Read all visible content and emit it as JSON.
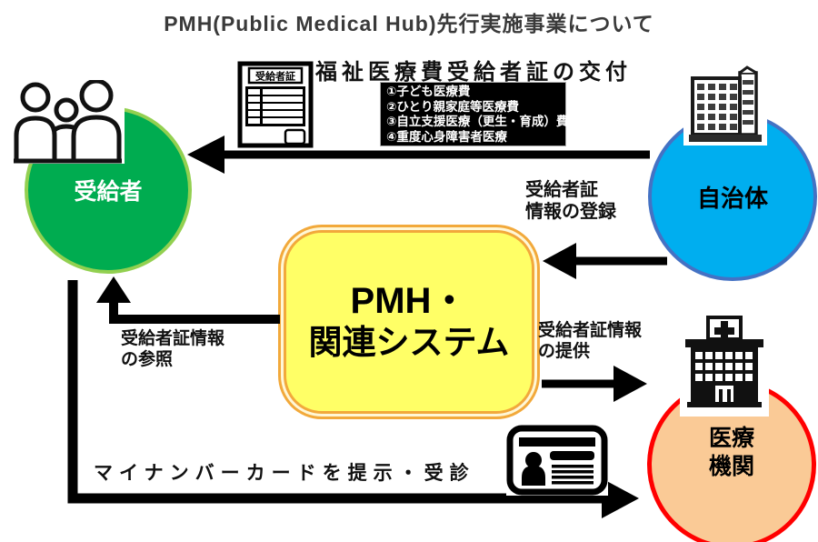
{
  "title": "PMH(Public Medical Hub)先行実施事業について",
  "nodes": {
    "recipient": {
      "label": "受給者"
    },
    "municipality": {
      "label": "自治体"
    },
    "medical_institution": {
      "line1": "医療",
      "line2": "機関"
    },
    "pmh_system": {
      "line1": "PMH・",
      "line2": "関連システム"
    }
  },
  "certificate_card": {
    "title": "受給者証"
  },
  "flows": {
    "issuance_label": "福祉医療費受給者証の交付",
    "benefit_types": [
      "①子ども医療費",
      "②ひとり親家庭等医療費",
      "③自立支援医療（更生・育成）費",
      "④重度心身障害者医療"
    ],
    "registration": {
      "line1": "受給者証",
      "line2": "情報の登録"
    },
    "reference": {
      "line1": "受給者証情報",
      "line2": "の参照"
    },
    "provision": {
      "line1": "受給者証情報",
      "line2": "の提供"
    },
    "visit_label": "マイナンバーカードを提示・受診"
  },
  "colors": {
    "recipient_fill": "#00AC50",
    "recipient_border": "#92D050",
    "municipality_fill": "#00AEEF",
    "municipality_border": "#4472C4",
    "medical_fill": "#FACA96",
    "medical_border": "#FF0000",
    "pmh_fill": "#FFFF66",
    "pmh_border": "#F2A93B",
    "arrow": "#000000"
  }
}
